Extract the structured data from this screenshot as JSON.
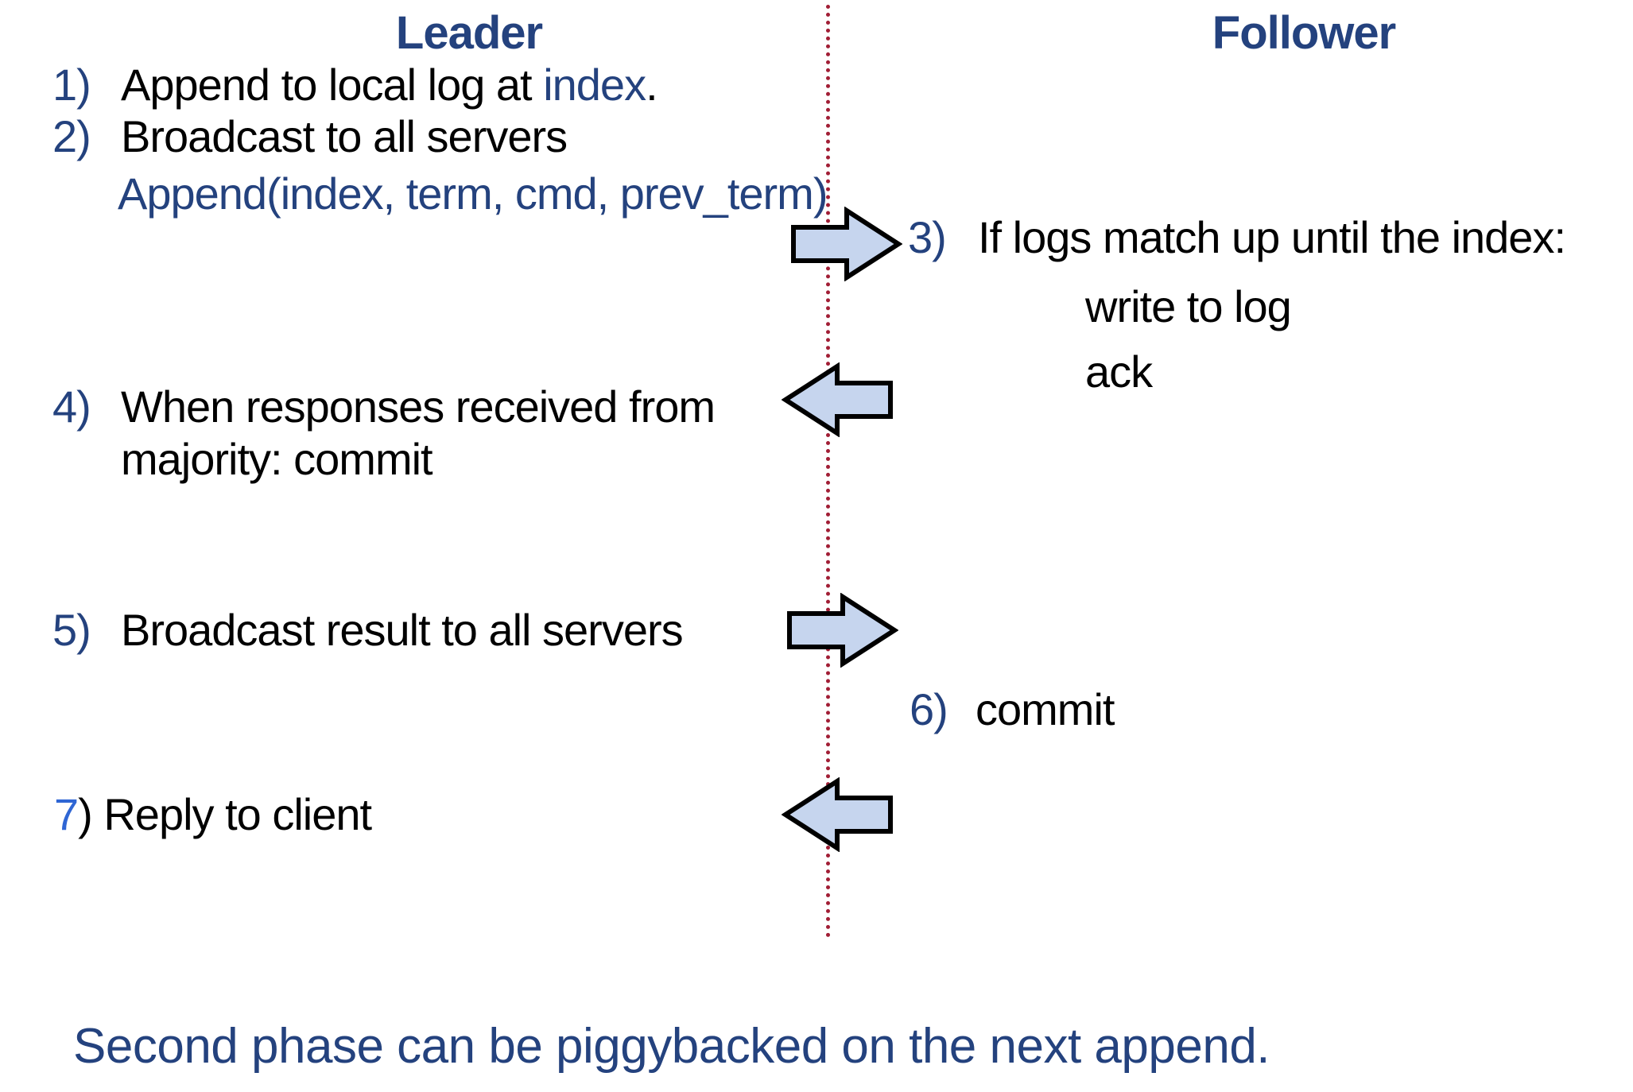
{
  "colors": {
    "heading_blue": "#24427E",
    "number_blue": "#24427E",
    "bright_blue_7": "#2F66D4",
    "body_black": "#000000",
    "timeline_red": "#A11E35",
    "arrow_fill": "#C6D5EE",
    "arrow_outline": "#000000"
  },
  "columns": {
    "leader": "Leader",
    "follower": "Follower"
  },
  "leader_steps": {
    "s1": {
      "num": "1)",
      "pre": "Append to local log at ",
      "emph": "index",
      "post": "."
    },
    "s2": {
      "num": "2)",
      "text": "Broadcast to all servers",
      "call": "Append(index, term, cmd, prev_term)"
    },
    "s4": {
      "num": "4)",
      "line1": "When responses received from",
      "line2": "majority: commit"
    },
    "s5": {
      "num": "5)",
      "text": "Broadcast result to all servers"
    },
    "s7": {
      "num": "7",
      "text": ") Reply to client"
    }
  },
  "follower_steps": {
    "s3": {
      "num": "3)",
      "text": "If logs match up until the index:",
      "sub1": "write to log",
      "sub2": "ack"
    },
    "s6": {
      "num": "6)",
      "text": "commit"
    }
  },
  "arrows": [
    {
      "icon": "block-arrow-right-icon",
      "direction": "right",
      "meaning": "append-request-to-follower"
    },
    {
      "icon": "block-arrow-left-icon",
      "direction": "left",
      "meaning": "ack-response-to-leader"
    },
    {
      "icon": "block-arrow-right-icon",
      "direction": "right",
      "meaning": "commit-broadcast-to-follower"
    },
    {
      "icon": "block-arrow-left-icon",
      "direction": "left",
      "meaning": "reply-toward-client"
    }
  ],
  "footer": {
    "note": "Second phase can be piggybacked on the next append."
  }
}
